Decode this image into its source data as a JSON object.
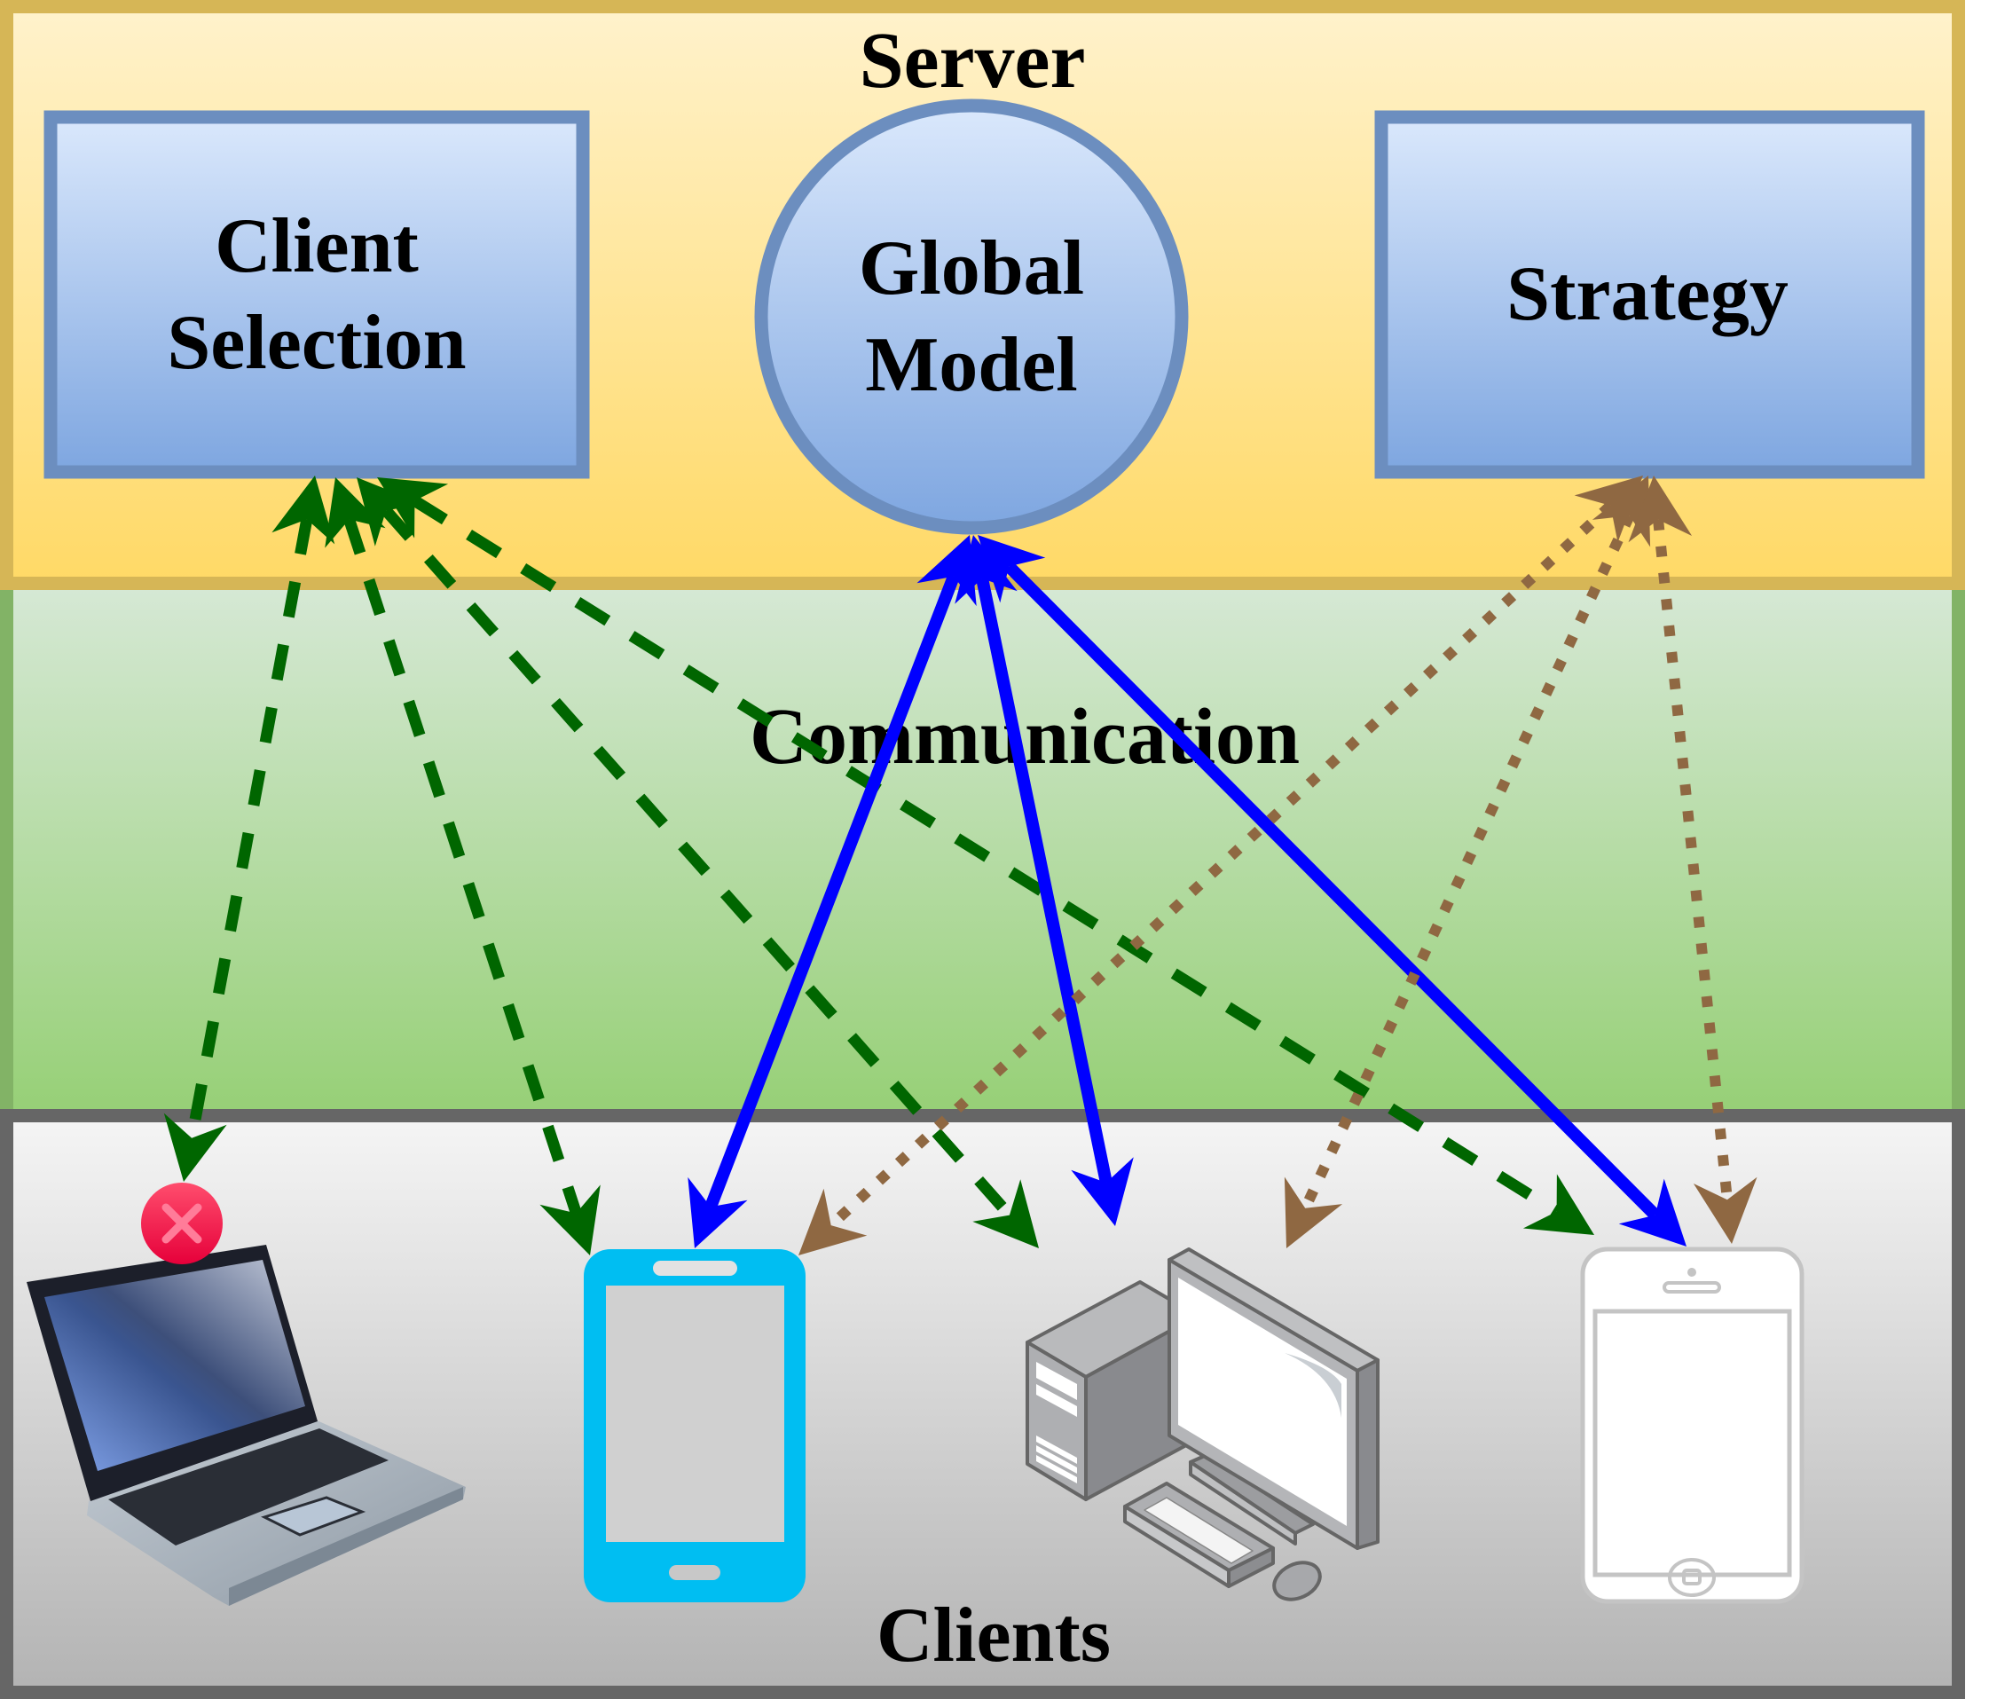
{
  "regions": {
    "server": {
      "title": "Server",
      "fill_top": "#FFF2CC",
      "fill_bottom": "#FFD966",
      "border": "#D6B656"
    },
    "communication": {
      "title": "Communication",
      "fill_top": "#D5E8D4",
      "fill_bottom": "#97D077",
      "border": "#82B366"
    },
    "clients": {
      "title": "Clients",
      "fill_top": "#F5F5F5",
      "fill_bottom": "#B3B3B3",
      "border": "#666666"
    }
  },
  "server_nodes": {
    "client_selection": {
      "lines": [
        "Client",
        "Selection"
      ]
    },
    "global_model": {
      "lines": [
        "Global",
        "Model"
      ]
    },
    "strategy": {
      "lines": [
        "Strategy"
      ]
    },
    "node_fill_top": "#DAE8FC",
    "node_fill_bottom": "#7EA6E0",
    "node_border": "#6C8EBF"
  },
  "clients": [
    {
      "id": "laptop",
      "type": "laptop",
      "status": "rejected",
      "status_icon": "x-circle-icon",
      "status_color": "#F0194A"
    },
    {
      "id": "android",
      "type": "smartphone",
      "color": "#00BEF2"
    },
    {
      "id": "desktop",
      "type": "desktop-computer"
    },
    {
      "id": "iphone",
      "type": "smartphone-outline",
      "color": "#C4C4C4"
    }
  ],
  "connections": [
    {
      "from": "client_selection",
      "to": "laptop",
      "style": "dashed",
      "color": "#006600",
      "bidirectional": true
    },
    {
      "from": "client_selection",
      "to": "android",
      "style": "dashed",
      "color": "#006600",
      "bidirectional": true
    },
    {
      "from": "client_selection",
      "to": "desktop",
      "style": "dashed",
      "color": "#006600",
      "bidirectional": true
    },
    {
      "from": "client_selection",
      "to": "iphone",
      "style": "dashed",
      "color": "#006600",
      "bidirectional": true
    },
    {
      "from": "global_model",
      "to": "android",
      "style": "solid",
      "color": "#0000FF",
      "bidirectional": true
    },
    {
      "from": "global_model",
      "to": "desktop",
      "style": "solid",
      "color": "#0000FF",
      "bidirectional": true
    },
    {
      "from": "global_model",
      "to": "iphone",
      "style": "solid",
      "color": "#0000FF",
      "bidirectional": true
    },
    {
      "from": "strategy",
      "to": "android",
      "style": "dotted",
      "color": "#8F6842",
      "bidirectional": true
    },
    {
      "from": "strategy",
      "to": "desktop",
      "style": "dotted",
      "color": "#8F6842",
      "bidirectional": true
    },
    {
      "from": "strategy",
      "to": "iphone",
      "style": "dotted",
      "color": "#8F6842",
      "bidirectional": true
    }
  ]
}
